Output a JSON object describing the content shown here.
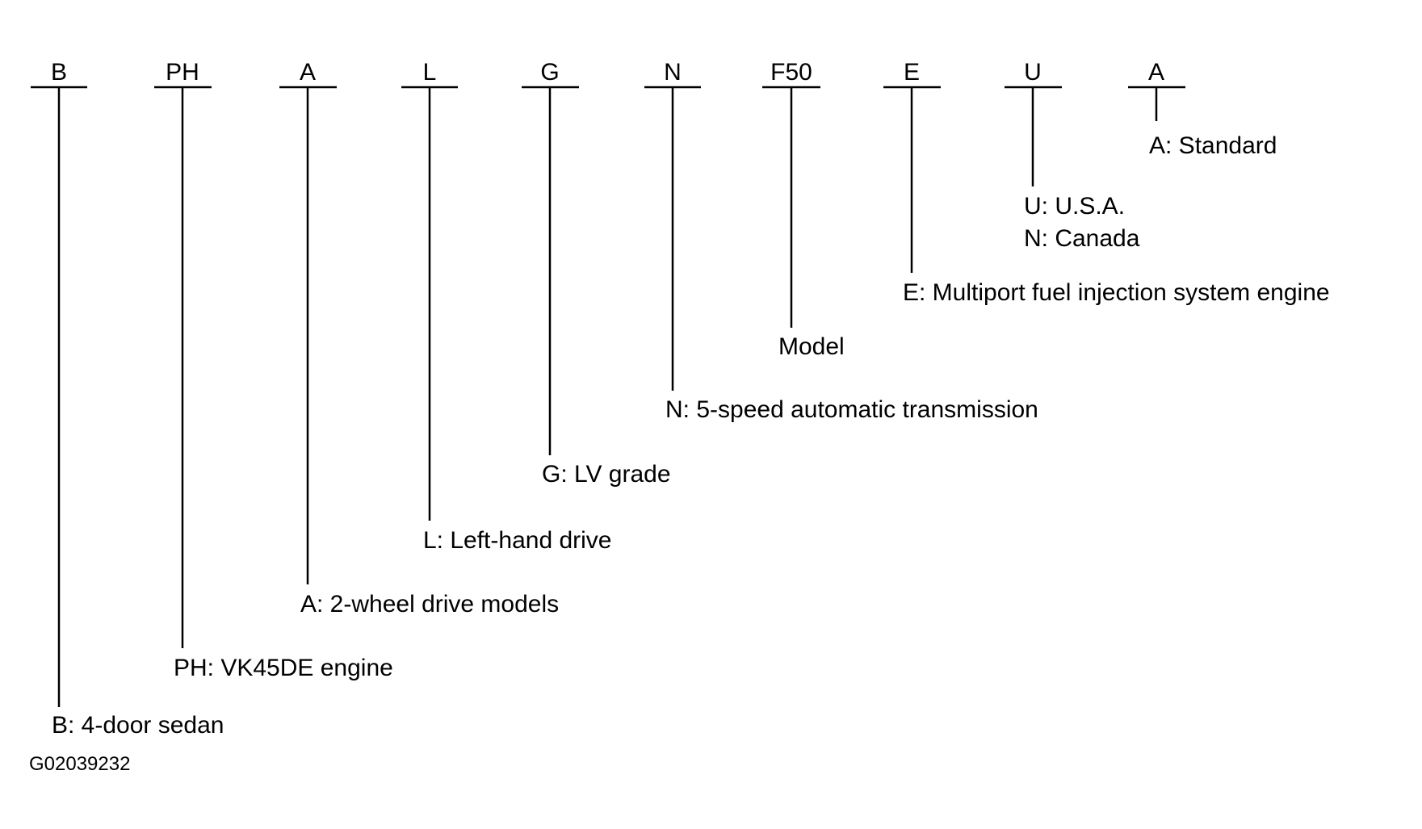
{
  "codes": [
    {
      "code": "B",
      "lines": [
        "B: 4-door sedan"
      ]
    },
    {
      "code": "PH",
      "lines": [
        "PH: VK45DE engine"
      ]
    },
    {
      "code": "A",
      "lines": [
        "A: 2-wheel drive models"
      ]
    },
    {
      "code": "L",
      "lines": [
        "L: Left-hand drive"
      ]
    },
    {
      "code": "G",
      "lines": [
        "G: LV grade"
      ]
    },
    {
      "code": "N",
      "lines": [
        "N: 5-speed automatic transmission"
      ]
    },
    {
      "code": "F50",
      "lines": [
        "Model"
      ]
    },
    {
      "code": "E",
      "lines": [
        "E: Multiport fuel injection system engine"
      ]
    },
    {
      "code": "U",
      "lines": [
        "U: U.S.A.",
        "N: Canada"
      ]
    },
    {
      "code": "A",
      "lines": [
        "A: Standard"
      ]
    }
  ],
  "figure_id": "G02039232",
  "colors": {
    "ink": "#000000",
    "background": "#ffffff"
  }
}
